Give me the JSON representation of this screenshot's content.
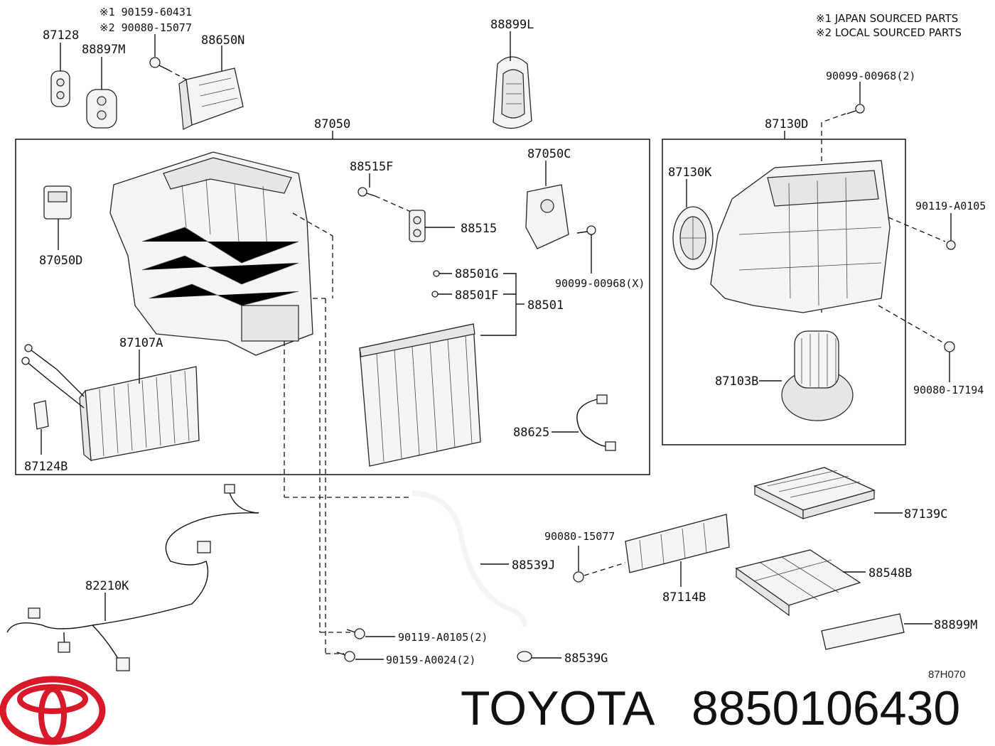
{
  "notes": {
    "legend_1": "※1 JAPAN SOURCED PARTS",
    "legend_2": "※2 LOCAL SOURCED PARTS",
    "bolt_note_1": "※1 90159-60431",
    "bolt_note_2": "※2 90080-15077"
  },
  "labels": {
    "p87128": "87128",
    "p88897M": "88897M",
    "p88650N": "88650N",
    "p88899L": "88899L",
    "p87050": "87050",
    "p87130D": "87130D",
    "p90099_00968_2": "90099-00968(2)",
    "p88515F": "88515F",
    "p87050C": "87050C",
    "p88515": "88515",
    "p87050D": "87050D",
    "p90099_00968_X": "90099-00968(X)",
    "p88501G": "88501G",
    "p88501F": "88501F",
    "p88501": "88501",
    "p87107A": "87107A",
    "p87124B": "87124B",
    "p88625": "88625",
    "p87130K": "87130K",
    "p90119_A0105": "90119-A0105",
    "p87103B": "87103B",
    "p90080_17194": "90080-17194",
    "p87139C": "87139C",
    "p90080_15077": "90080-15077",
    "p88539J": "88539J",
    "p88548B": "88548B",
    "p87114B": "87114B",
    "p82210K": "82210K",
    "p88899M": "88899M",
    "p90119_A0105_2": "90119-A0105(2)",
    "p90159_A0024_2": "90159-A0024(2)",
    "p88539G": "88539G"
  },
  "diagram_code": "87H070",
  "brand": {
    "name": "TOYOTA",
    "part_number": "8850106430",
    "logo_color": "#d7192a"
  }
}
